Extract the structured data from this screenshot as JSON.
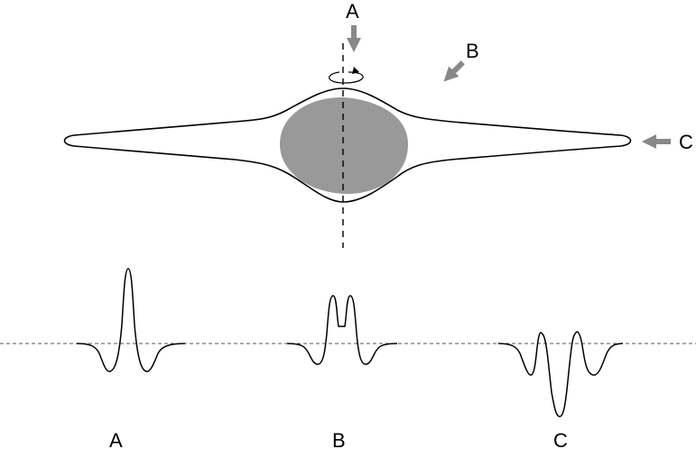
{
  "labels": {
    "view_a": "A",
    "view_b": "B",
    "view_c": "C",
    "profile_a": "A",
    "profile_b": "B",
    "profile_c": "C"
  },
  "colors": {
    "nucleus": "#999999",
    "arrow": "#888888",
    "line": "#000000",
    "background": "#ffffff"
  },
  "icons": {
    "rotation": "rotation-arrow-icon"
  }
}
